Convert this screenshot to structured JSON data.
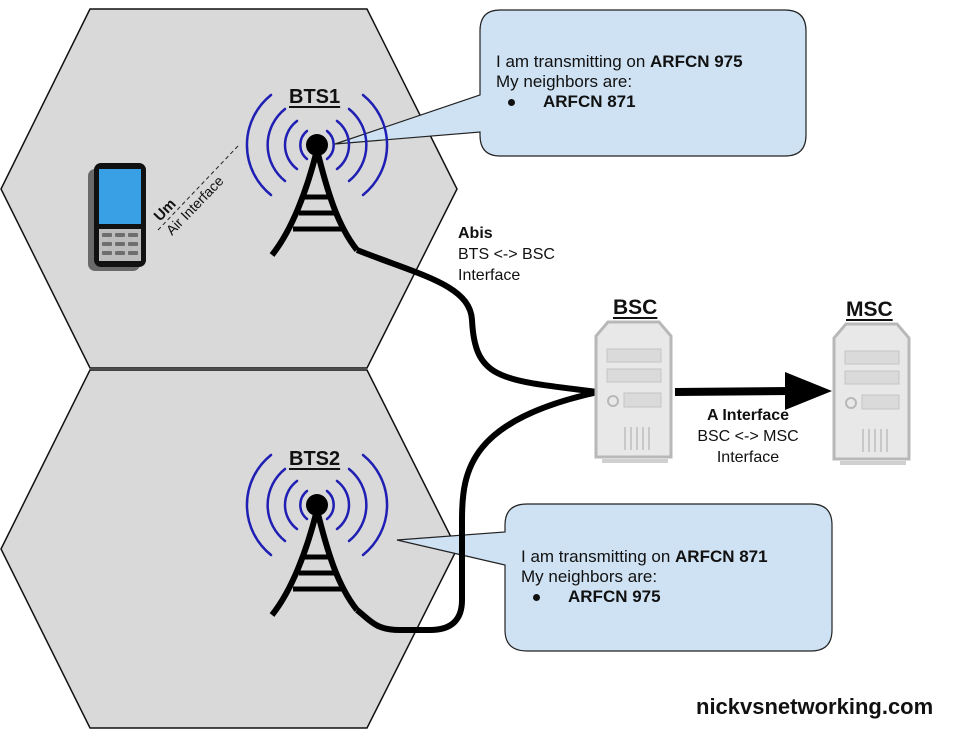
{
  "cells": [
    {
      "id": "cell-1",
      "fill": "#d9d9d9"
    },
    {
      "id": "cell-2",
      "fill": "#d9d9d9"
    }
  ],
  "towers": [
    {
      "label": "BTS1",
      "wave_color": "#1f1fb4"
    },
    {
      "label": "BTS2",
      "wave_color": "#1f1fb4"
    }
  ],
  "handset": {
    "um_label": "Um",
    "air_label": "Air Interface"
  },
  "callouts": [
    {
      "line1_prefix": "I am transmitting on ",
      "line1_bold": "ARFCN 975",
      "line2": "My neighbors are:",
      "neighbors": [
        "ARFCN 871"
      ],
      "fill": "#cfe2f3"
    },
    {
      "line1_prefix": "I am transmitting on ",
      "line1_bold": "ARFCN 871",
      "line2": "My neighbors are:",
      "neighbors": [
        "ARFCN 975"
      ],
      "fill": "#cfe2f3"
    }
  ],
  "abis": {
    "title": "Abis",
    "line1": "BTS <-> BSC",
    "line2": "Interface"
  },
  "a_interface": {
    "title": "A Interface",
    "line1": "BSC <-> MSC",
    "line2": "Interface"
  },
  "servers": [
    {
      "label": "BSC"
    },
    {
      "label": "MSC"
    }
  ],
  "footer": {
    "site": "nickvsnetworking.com"
  }
}
